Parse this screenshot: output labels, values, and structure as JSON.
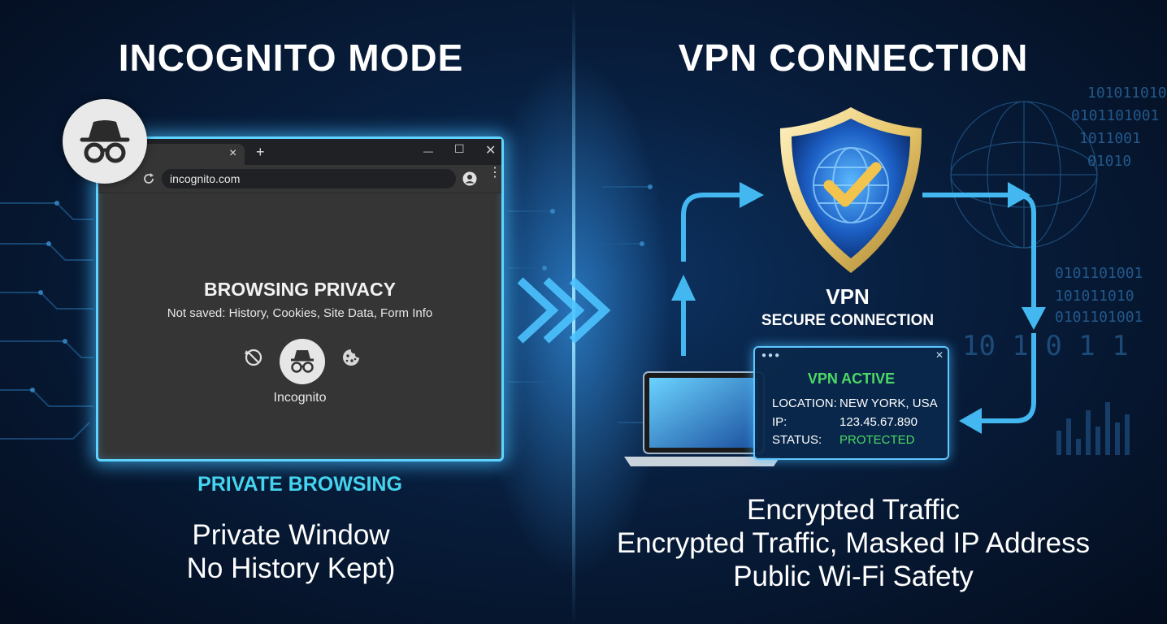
{
  "left": {
    "title": "INCOGNITO MODE",
    "browser": {
      "tab_close": "×",
      "new_tab": "+",
      "url": "incognito.com",
      "minimize": "—",
      "maximize": "☐",
      "close": "✕",
      "heading": "BROWSING PRIVACY",
      "subtext": "Not saved: History, Cookies, Site Data, Form Info",
      "badge_label": "Incognito"
    },
    "label": "PRIVATE BROWSING",
    "lines": [
      "Private Window",
      "No History Kept)"
    ]
  },
  "right": {
    "title": "VPN CONNECTION",
    "shield_title": "VPN",
    "shield_subtitle": "SECURE CONNECTION",
    "panel": {
      "status_title": "VPN ACTIVE",
      "close": "✕",
      "rows": [
        {
          "key": "LOCATION:",
          "value": "NEW YORK, USA"
        },
        {
          "key": "IP:",
          "value": "123.45.67.890"
        },
        {
          "key": "STATUS:",
          "value": "PROTECTED"
        }
      ]
    },
    "lines": [
      "Encrypted Traffic",
      "Encrypted Traffic, Masked IP Address",
      "Public Wi-Fi Safety"
    ],
    "binary_text": [
      "101011010",
      "0101101001",
      "1011001",
      "01010",
      "0101101001",
      "101011010",
      "0101101001",
      "10 1 0 1 1"
    ]
  },
  "colors": {
    "accent_cyan": "#45d4ef",
    "glow_blue": "#5fd3ff",
    "protected_green": "#4cd964",
    "shield_gold": "#e8c66a",
    "check_gold": "#f2c44e"
  }
}
